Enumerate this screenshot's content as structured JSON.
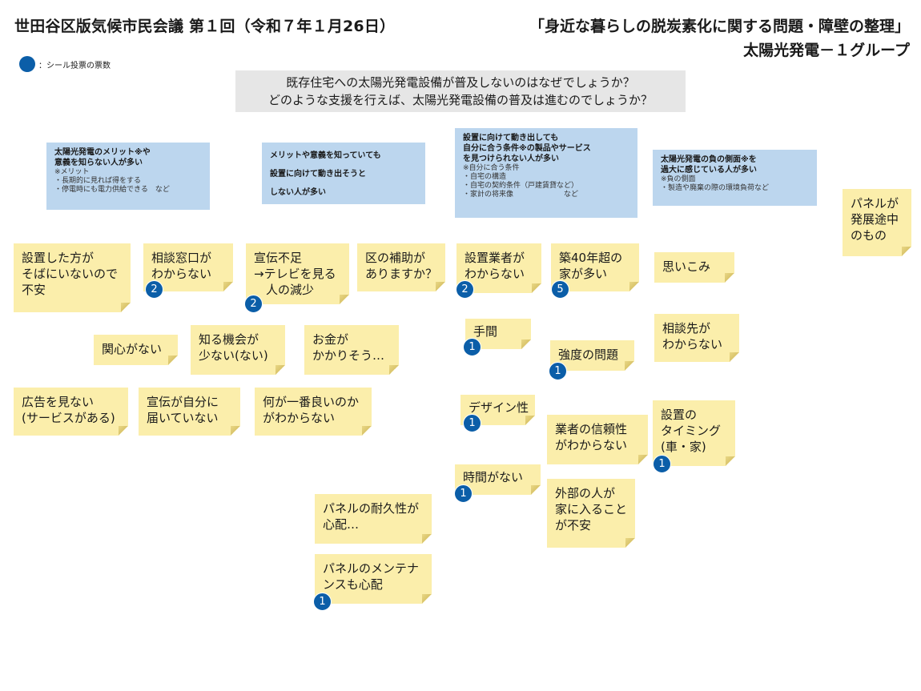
{
  "header": {
    "title_left": "世田谷区版気候市民会議 第１回（令和７年１月26日）",
    "title_right_1": "「身近な暮らしの脱炭素化に関する問題・障壁の整理」",
    "title_right_2": "太陽光発電－１グループ"
  },
  "legend": {
    "label": "：シール投票の票数"
  },
  "question": {
    "line1": "既存住宅への太陽光発電設備が普及しないのはなぜでしょうか？",
    "line2": "どのような支援を行えば、太陽光発電設備の普及は進むのでしょうか？"
  },
  "categories": [
    {
      "title": [
        "太陽光発電のメリット※や",
        "意義を知らない人が多い"
      ],
      "notes": [
        "※メリット",
        "・長期的に見れば得をする",
        "・停電時にも電力供給できる　など"
      ]
    },
    {
      "title": [
        "メリットや意義を知っていても",
        "設置に向けて動き出そうと",
        "しない人が多い"
      ],
      "notes": []
    },
    {
      "title": [
        "設置に向けて動き出しても",
        "自分に合う条件※の製品やサービス",
        "を見つけられない人が多い"
      ],
      "notes": [
        "※自分に合う条件",
        "・自宅の構造",
        "・自宅の契約条件（戸建賃貸など）",
        "・家計の将来像　　　　　　　など"
      ]
    },
    {
      "title": [
        "太陽光発電の負の側面※を",
        "過大に感じている人が多い"
      ],
      "notes": [
        "※負の側面",
        "・製造や廃棄の際の環境負荷など"
      ]
    }
  ],
  "notes": [
    {
      "id": "n1",
      "lines": [
        "設置した方が",
        "そばにいないので",
        "不安"
      ],
      "votes": ""
    },
    {
      "id": "n2",
      "lines": [
        "相談窓口が",
        "わからない"
      ],
      "votes": "2"
    },
    {
      "id": "n3",
      "lines": [
        "宣伝不足",
        "→テレビを見る",
        "　人の減少"
      ],
      "votes": "2"
    },
    {
      "id": "n4",
      "lines": [
        "区の補助が",
        "ありますか？"
      ],
      "votes": ""
    },
    {
      "id": "n5",
      "lines": [
        "設置業者が",
        "わからない"
      ],
      "votes": "2"
    },
    {
      "id": "n6",
      "lines": [
        "築40年超の",
        "家が多い"
      ],
      "votes": "5"
    },
    {
      "id": "n7",
      "lines": [
        "思いこみ"
      ],
      "votes": ""
    },
    {
      "id": "n8",
      "lines": [
        "パネルが",
        "発展途中",
        "のもの"
      ],
      "votes": ""
    },
    {
      "id": "n9",
      "lines": [
        "関心がない"
      ],
      "votes": ""
    },
    {
      "id": "n10",
      "lines": [
        "知る機会が",
        "少ない(ない)"
      ],
      "votes": ""
    },
    {
      "id": "n11",
      "lines": [
        "お金が",
        "かかりそう…"
      ],
      "votes": ""
    },
    {
      "id": "n12",
      "lines": [
        "手間"
      ],
      "votes": "1"
    },
    {
      "id": "n13",
      "lines": [
        "強度の問題"
      ],
      "votes": "1"
    },
    {
      "id": "n14",
      "lines": [
        "相談先が",
        "わからない"
      ],
      "votes": ""
    },
    {
      "id": "n15",
      "lines": [
        "広告を見ない",
        "(サービスがある)"
      ],
      "votes": ""
    },
    {
      "id": "n16",
      "lines": [
        "宣伝が自分に",
        "届いていない"
      ],
      "votes": ""
    },
    {
      "id": "n17",
      "lines": [
        "何が一番良いのか",
        "がわからない"
      ],
      "votes": ""
    },
    {
      "id": "n18",
      "lines": [
        "デザイン性"
      ],
      "votes": "1"
    },
    {
      "id": "n19",
      "lines": [
        "業者の信頼性",
        "がわからない"
      ],
      "votes": ""
    },
    {
      "id": "n20",
      "lines": [
        "設置の",
        "タイミング",
        "(車・家)"
      ],
      "votes": "1"
    },
    {
      "id": "n21",
      "lines": [
        "時間がない"
      ],
      "votes": "1"
    },
    {
      "id": "n22",
      "lines": [
        "外部の人が",
        "家に入ること",
        "が不安"
      ],
      "votes": ""
    },
    {
      "id": "n23",
      "lines": [
        "パネルの耐久性が",
        "心配…"
      ],
      "votes": ""
    },
    {
      "id": "n24",
      "lines": [
        "パネルのメンテナ",
        "ンスも心配"
      ],
      "votes": "1"
    }
  ],
  "colors": {
    "note": "#fbeeab",
    "category": "#bcd6ee",
    "vote": "#0b5ea8",
    "question_bg": "#e6e6e6"
  }
}
